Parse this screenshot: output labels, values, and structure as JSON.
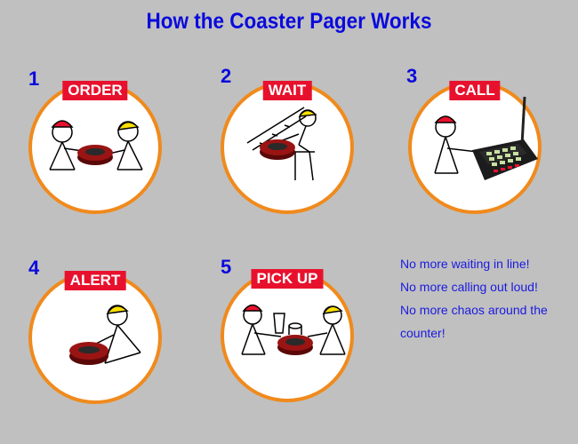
{
  "title": "How the Coaster Pager Works",
  "steps": [
    {
      "number": "1",
      "label": "ORDER"
    },
    {
      "number": "2",
      "label": "WAIT"
    },
    {
      "number": "3",
      "label": "CALL"
    },
    {
      "number": "4",
      "label": "ALERT"
    },
    {
      "number": "5",
      "label": "PICK UP"
    }
  ],
  "notes": [
    "No more waiting in line!",
    "No more calling out loud!",
    "No more chaos around the",
    "counter!"
  ],
  "colors": {
    "title": "#0a0adc",
    "ring": "#f08a1c",
    "label_bg": "#e8112d",
    "cap": "#e8112d",
    "yellow_head": "#ffe000",
    "pager": "#8a1010"
  }
}
